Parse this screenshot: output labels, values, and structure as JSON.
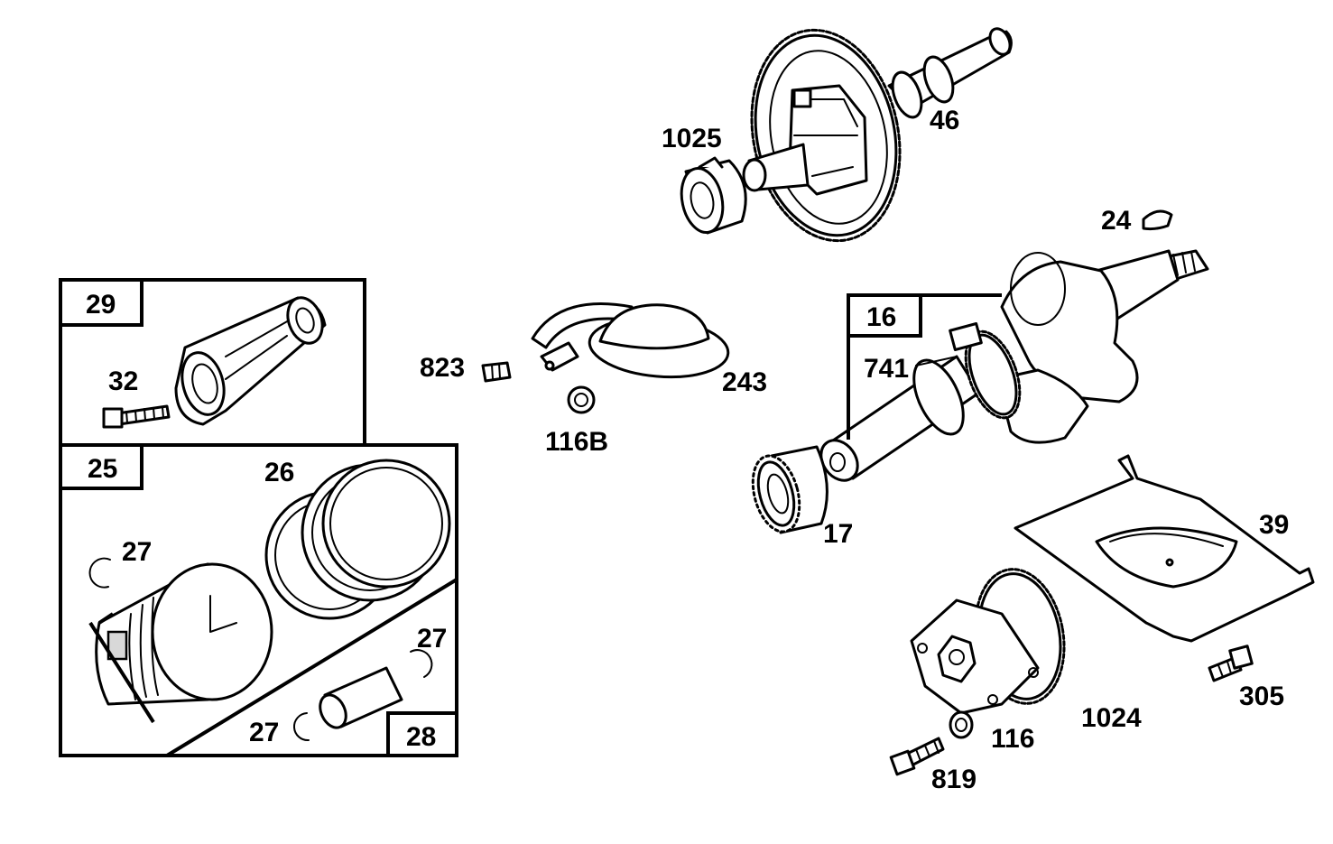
{
  "labels": {
    "l1025": "1025",
    "l46": "46",
    "l24": "24",
    "l29": "29",
    "l32": "32",
    "l25": "25",
    "l26": "26",
    "l27a": "27",
    "l27b": "27",
    "l27c": "27",
    "l28": "28",
    "l823": "823",
    "l243": "243",
    "l116b": "116B",
    "l16": "16",
    "l741": "741",
    "l17": "17",
    "l39": "39",
    "l305": "305",
    "l1024": "1024",
    "l116": "116",
    "l819": "819"
  }
}
